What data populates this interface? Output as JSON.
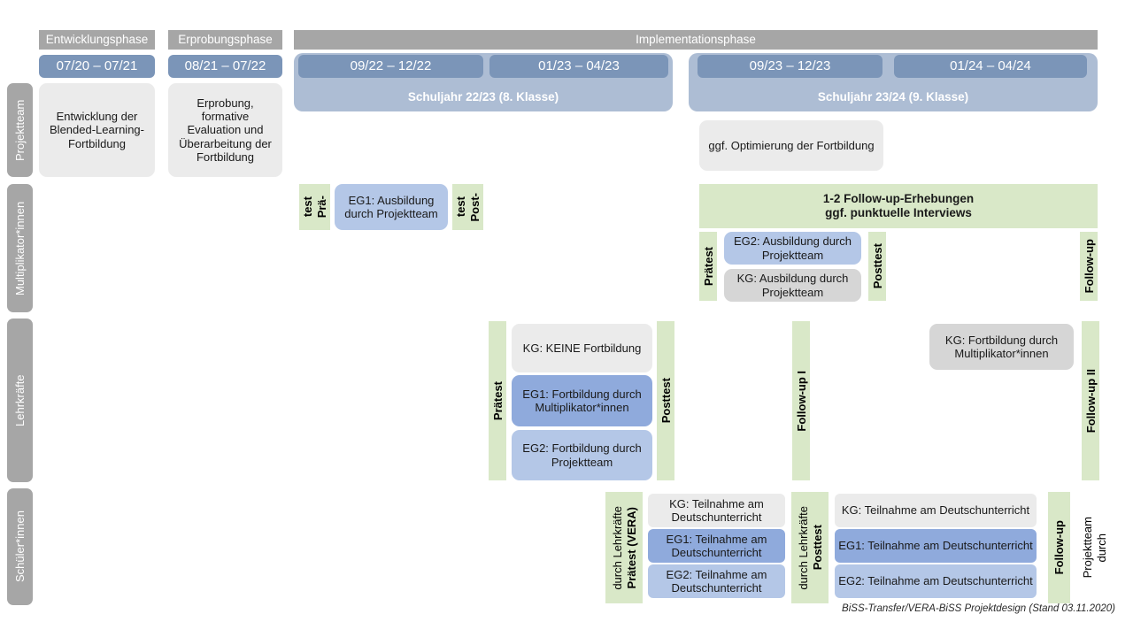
{
  "footer": {
    "text": "BiSS-Transfer/VERA-BiSS Projektdesign (Stand 03.11.2020)"
  },
  "colors": {
    "header_grey": "#a6a6a6",
    "period_blue": "#7b95b8",
    "schoolyear_blue": "#adbdd4",
    "eg1_blue": "#8faadc",
    "eg2_blue": "#b4c7e7",
    "kg_grey": "#d6d6d6",
    "neutral_grey": "#ebebeb",
    "test_green": "#d9e8c8"
  },
  "phases": [
    {
      "label": "Entwicklungsphase"
    },
    {
      "label": "Erprobungsphase"
    },
    {
      "label": "Implementationsphase"
    }
  ],
  "periods": [
    {
      "label": "07/20 – 07/21"
    },
    {
      "label": "08/21 – 07/22"
    },
    {
      "label": "09/22 – 12/22"
    },
    {
      "label": "01/23 – 04/23"
    },
    {
      "label": "09/23 – 12/23"
    },
    {
      "label": "01/24 – 04/24"
    }
  ],
  "school_years": [
    {
      "label": "Schuljahr 22/23 (8. Klasse)"
    },
    {
      "label": "Schuljahr 23/24 (9. Klasse)"
    }
  ],
  "rows": [
    {
      "label": "Projektteam"
    },
    {
      "label": "Multiplikator*innen"
    },
    {
      "label": "Lehrkräfte"
    },
    {
      "label": "Schüler*innen"
    }
  ],
  "projektteam": {
    "entwicklung": "Entwicklung der Blended-Learning-Fortbildung",
    "erprobung": "Erprobung, formative Evaluation und Überarbeitung der Fortbildung",
    "optimierung": "ggf. Optimierung der Fortbildung"
  },
  "multiplikatoren": {
    "praetest_l1": "Prä-",
    "praetest_l2": "test",
    "posttest_l1": "Post-",
    "posttest_l2": "test",
    "eg1": "EG1: Ausbildung durch Projektteam",
    "followup_banner_l1": "1-2 Follow-up-Erhebungen",
    "followup_banner_l2": "ggf. punktuelle Interviews",
    "praetest2": "Prätest",
    "posttest2": "Posttest",
    "followup": "Follow-up",
    "eg2": "EG2: Ausbildung durch Projektteam",
    "kg": "KG: Ausbildung durch Projektteam"
  },
  "lehrkraefte": {
    "praetest": "Prätest",
    "posttest": "Posttest",
    "followup1": "Follow-up I",
    "followup2": "Follow-up II",
    "kg_keine": "KG:  KEINE Fortbildung",
    "eg1": "EG1: Fortbildung durch Multiplikator*innen",
    "eg2": "EG2: Fortbildung durch Projektteam",
    "kg_fortbildung": "KG: Fortbildung durch Multiplikator*innen"
  },
  "schueler": {
    "praetest_bold": "Prätest (VERA)",
    "praetest_sub": "durch Lehrkräfte",
    "posttest_bold": "Posttest",
    "posttest_sub": "durch Lehrkräfte",
    "followup_bold": "Follow-up",
    "followup_sub1": "durch",
    "followup_sub2": "Projektteam",
    "kg": "KG: Teilnahme am Deutschunterricht",
    "eg1": "EG1: Teilnahme am Deutschunterricht",
    "eg2": "EG2: Teilnahme am Deutschunterricht"
  }
}
